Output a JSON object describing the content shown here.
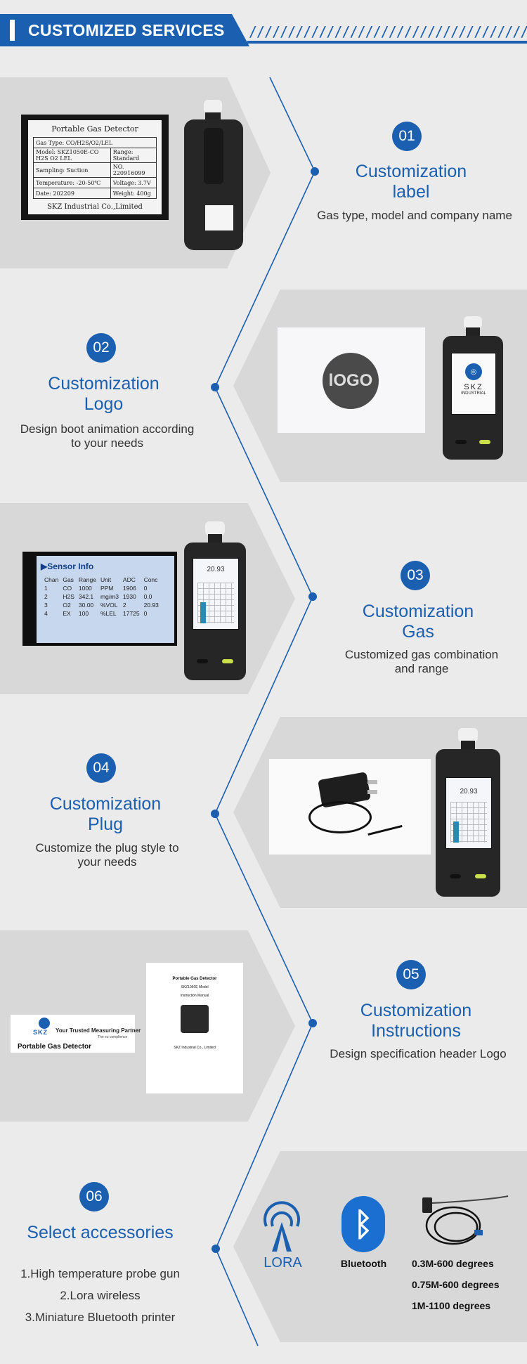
{
  "header": {
    "title": "CUSTOMIZED SERVICES",
    "slashes": "////////////////////////////////////////////"
  },
  "services": [
    {
      "number": "01",
      "title_line1": "Customization",
      "title_line2": "label",
      "desc": "Gas type, model and company name"
    },
    {
      "number": "02",
      "title_line1": "Customization",
      "title_line2": "Logo",
      "desc_line1": "Design boot animation according",
      "desc_line2": "to your needs"
    },
    {
      "number": "03",
      "title_line1": "Customization",
      "title_line2": "Gas",
      "desc_line1": "Customized gas combination",
      "desc_line2": "and range"
    },
    {
      "number": "04",
      "title_line1": "Customization",
      "title_line2": "Plug",
      "desc_line1": "Customize the plug style to",
      "desc_line2": "your needs"
    },
    {
      "number": "05",
      "title_line1": "Customization",
      "title_line2": "Instructions",
      "desc": "Design specification header Logo"
    },
    {
      "number": "06",
      "title": "Select accessories",
      "items": [
        "1.High temperature probe gun",
        "2.Lora wireless",
        "3.Miniature Bluetooth printer"
      ]
    }
  ],
  "label_card": {
    "title": "Portable Gas Detector",
    "rows": [
      [
        "Gas Type: CO/H2S/O2/LEL",
        ""
      ],
      [
        "Model: SKZ1050E-CO H2S O2 LEL",
        "Range: Standard"
      ],
      [
        "Sampling: Suction",
        "NO. 220916099"
      ],
      [
        "Temperature: -20-50℃",
        "Voltage: 3.7V"
      ],
      [
        "Date: 202209",
        "Weight: 400g"
      ]
    ],
    "company": "SKZ Industrial Co.,Limited"
  },
  "logo_card": {
    "logo_text": "lOGO"
  },
  "device_brand": {
    "short": "SKZ",
    "sub": "INDUSTRIAL"
  },
  "device_screen": {
    "value": "20.93"
  },
  "sensor_info": {
    "title": "Sensor Info",
    "headers": [
      "Chan",
      "Gas",
      "Range",
      "Unit",
      "ADC",
      "Conc"
    ],
    "rows": [
      [
        "1",
        "CO",
        "1000",
        "PPM",
        "1906",
        "0"
      ],
      [
        "2",
        "H2S",
        "342.1",
        "mg/m3",
        "1930",
        "0.0"
      ],
      [
        "3",
        "O2",
        "30.00",
        "%VOL",
        "2",
        "20.93"
      ],
      [
        "4",
        "EX",
        "100",
        "%LEL",
        "17725",
        "0"
      ]
    ]
  },
  "manual": {
    "brand": "SKZ",
    "tagline": "Your Trusted Measuring Partner",
    "sub": "The eu complience",
    "product": "Portable Gas Detector",
    "doc_title": "Portable Gas Detector",
    "doc_model": "SKZ1050E Model",
    "doc_type": "Instruction Manual",
    "doc_company": "SKZ Industrial Co., Limited"
  },
  "accessories": {
    "lora": "LORA",
    "bluetooth": "Bluetooth",
    "probe_specs": [
      "0.3M-600 degrees",
      "0.75M-600 degrees",
      "1M-1100 degrees"
    ]
  },
  "colors": {
    "brand_blue": "#1a5fb0",
    "panel_gray": "#d8d8d8",
    "background": "#ebebeb"
  }
}
